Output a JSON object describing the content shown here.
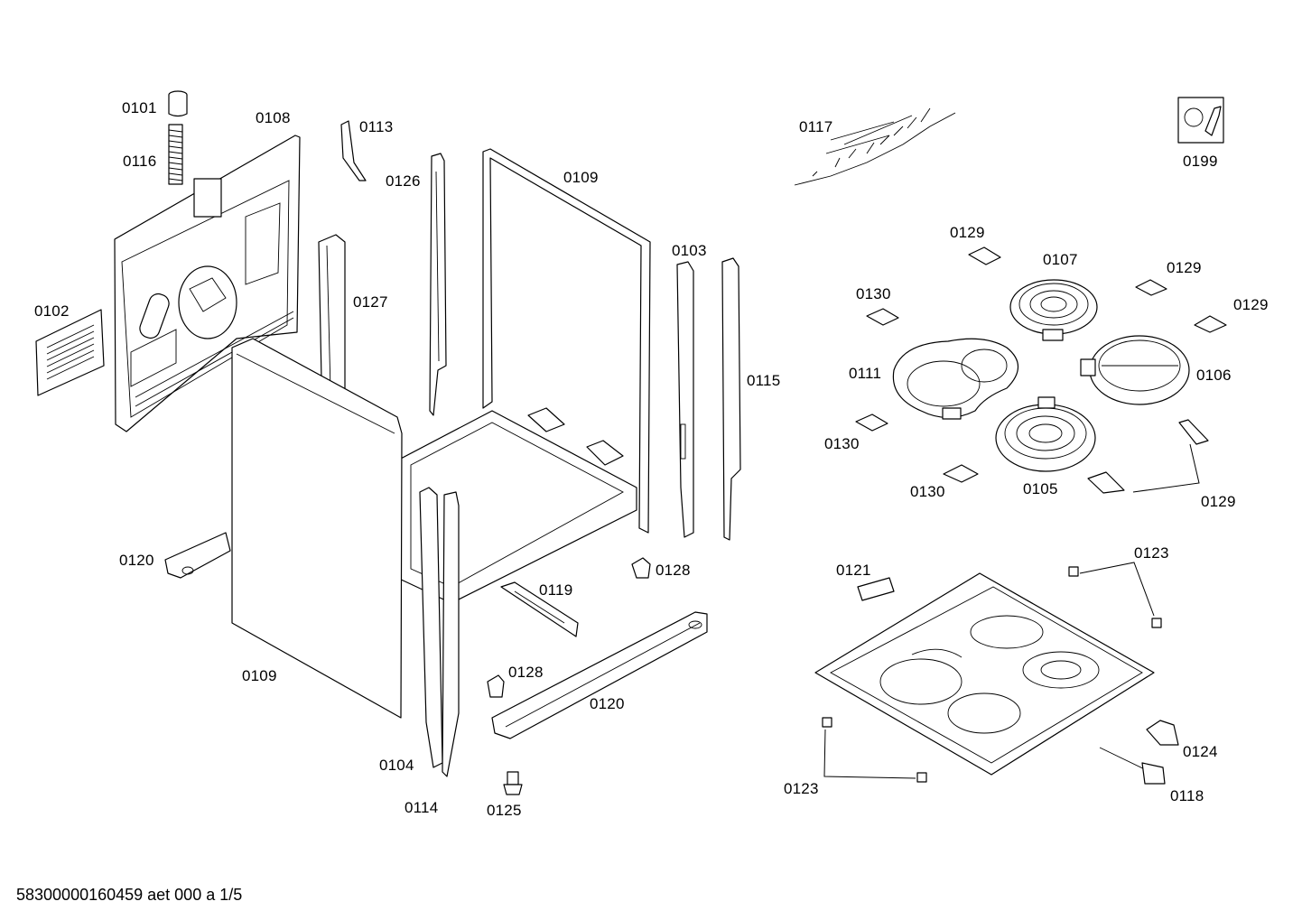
{
  "labels": {
    "p0101": "0101",
    "p0116": "0116",
    "p0108": "0108",
    "p0113": "0113",
    "p0126": "0126",
    "p0109_top": "0109",
    "p0117": "0117",
    "p0199": "0199",
    "p0102": "0102",
    "p0127": "0127",
    "p0103": "0103",
    "p0115": "0115",
    "p0129_a": "0129",
    "p0107": "0107",
    "p0129_b": "0129",
    "p0130_a": "0130",
    "p0129_c": "0129",
    "p0111": "0111",
    "p0106": "0106",
    "p0130_b": "0130",
    "p0130_c": "0130",
    "p0105": "0105",
    "p0129_d": "0129",
    "p0120_left": "0120",
    "p0128_a": "0128",
    "p0119": "0119",
    "p0121": "0121",
    "p0123_a": "0123",
    "p0109_front": "0109",
    "p0128_b": "0128",
    "p0120_right": "0120",
    "p0104": "0104",
    "p0124": "0124",
    "p0123_b": "0123",
    "p0118": "0118",
    "p0114": "0114",
    "p0125": "0125"
  },
  "footer": "58300000160459 aet 000 a 1/5"
}
